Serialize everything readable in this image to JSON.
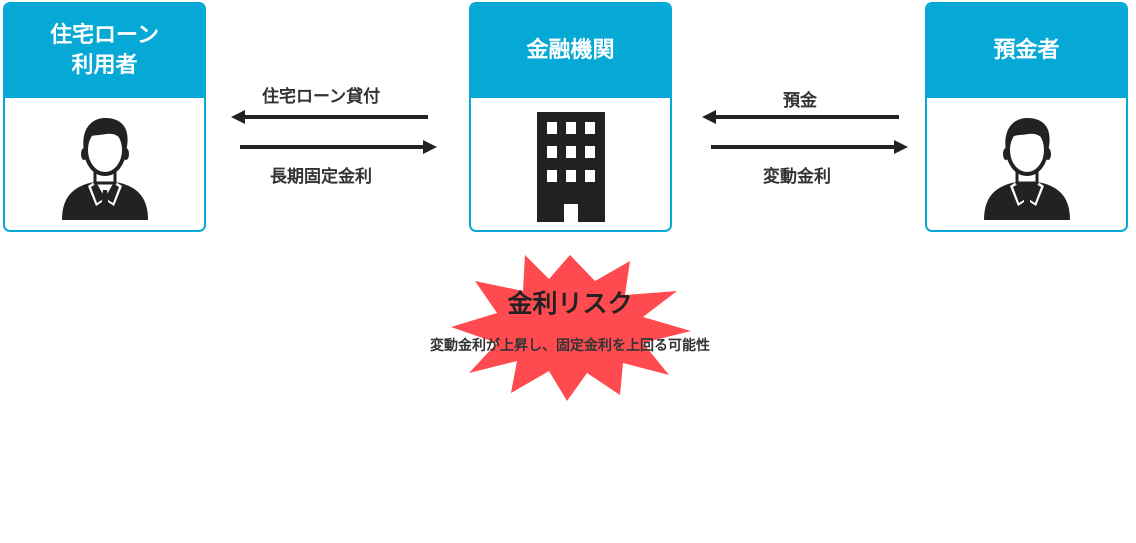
{
  "colors": {
    "accent": "#06a9d6",
    "risk": "#ff4a4f",
    "icon": "#222222"
  },
  "entities": {
    "borrower": {
      "line1": "住宅ローン",
      "line2": "利用者",
      "icon": "businessman-icon"
    },
    "bank": {
      "label": "金融機関",
      "icon": "building-icon"
    },
    "depositor": {
      "label": "預金者",
      "icon": "businessman-icon"
    }
  },
  "flows": {
    "loan": "住宅ローン貸付",
    "fixed_rate": "長期固定金利",
    "deposit": "預金",
    "variable_rate": "変動金利"
  },
  "risk": {
    "title": "金利リスク",
    "description": "変動金利が上昇し、固定金利を上回る可能性"
  }
}
